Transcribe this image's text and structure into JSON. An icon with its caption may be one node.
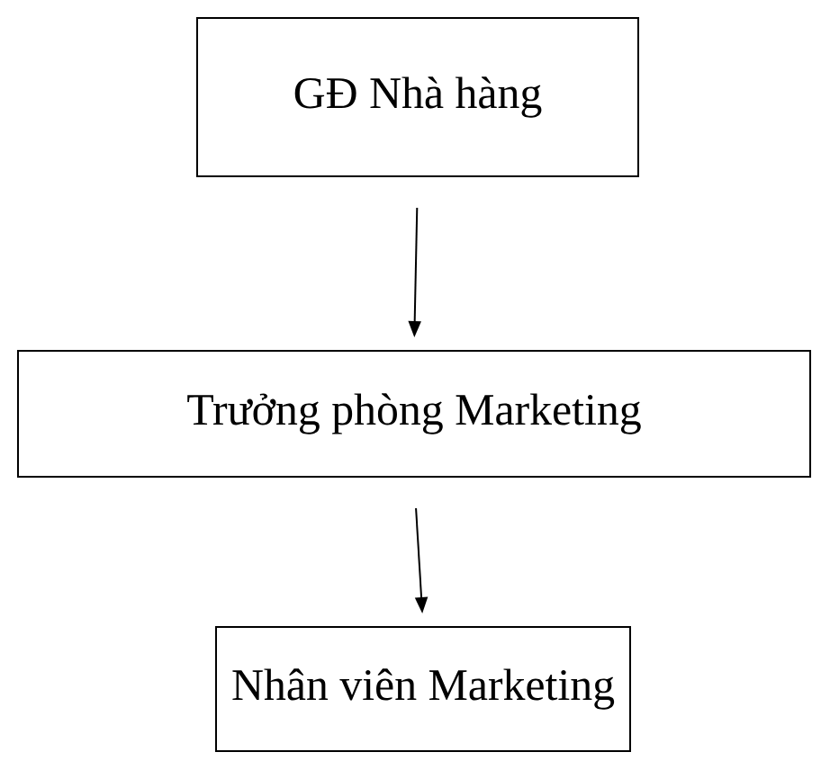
{
  "diagram": {
    "nodes": [
      {
        "text": [
          "GĐ Nhà hàng"
        ]
      },
      {
        "text": [
          "Trưởng phòng Marketing"
        ]
      },
      {
        "text": [
          "Nhân viên Marketing"
        ]
      }
    ],
    "edges": [
      {
        "from": 0,
        "to": 1,
        "arrow": "to"
      },
      {
        "from": 1,
        "to": 2,
        "arrow": "to"
      }
    ]
  }
}
